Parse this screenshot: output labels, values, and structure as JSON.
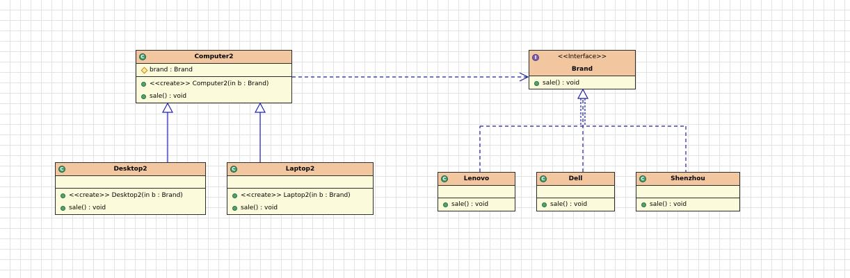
{
  "classes": {
    "computer2": {
      "name": "Computer2",
      "field": "brand : Brand",
      "methods": [
        "<<create>> Computer2(in b : Brand)",
        "sale() : void"
      ]
    },
    "desktop2": {
      "name": "Desktop2",
      "methods": [
        "<<create>> Desktop2(in b : Brand)",
        "sale() : void"
      ]
    },
    "laptop2": {
      "name": "Laptop2",
      "methods": [
        "<<create>> Laptop2(in b : Brand)",
        "sale() : void"
      ]
    },
    "brand": {
      "stereotype": "<<Interface>>",
      "name": "Brand",
      "methods": [
        "sale() : void"
      ]
    },
    "lenovo": {
      "name": "Lenovo",
      "methods": [
        "sale() : void"
      ]
    },
    "dell": {
      "name": "Dell",
      "methods": [
        "sale() : void"
      ]
    },
    "shenzhou": {
      "name": "Shenzhou",
      "methods": [
        "sale() : void"
      ]
    }
  },
  "relations": [
    {
      "type": "generalization",
      "from": "Desktop2",
      "to": "Computer2"
    },
    {
      "type": "generalization",
      "from": "Laptop2",
      "to": "Computer2"
    },
    {
      "type": "dependency",
      "from": "Computer2",
      "to": "Brand"
    },
    {
      "type": "realization",
      "from": "Lenovo",
      "to": "Brand"
    },
    {
      "type": "realization",
      "from": "Dell",
      "to": "Brand"
    },
    {
      "type": "realization",
      "from": "Shenzhou",
      "to": "Brand"
    }
  ],
  "colors": {
    "header": "#f2c7a0",
    "body": "#fbfbdc",
    "generalization_line": "#1f1fbf",
    "dependency_line": "#1f1f9f",
    "method_icon": "#4fa56e",
    "field_icon": "#c8860a"
  },
  "icons": {
    "class": "class-c-icon",
    "interface": "interface-i-icon",
    "method": "public-method-icon",
    "field": "protected-field-icon"
  }
}
